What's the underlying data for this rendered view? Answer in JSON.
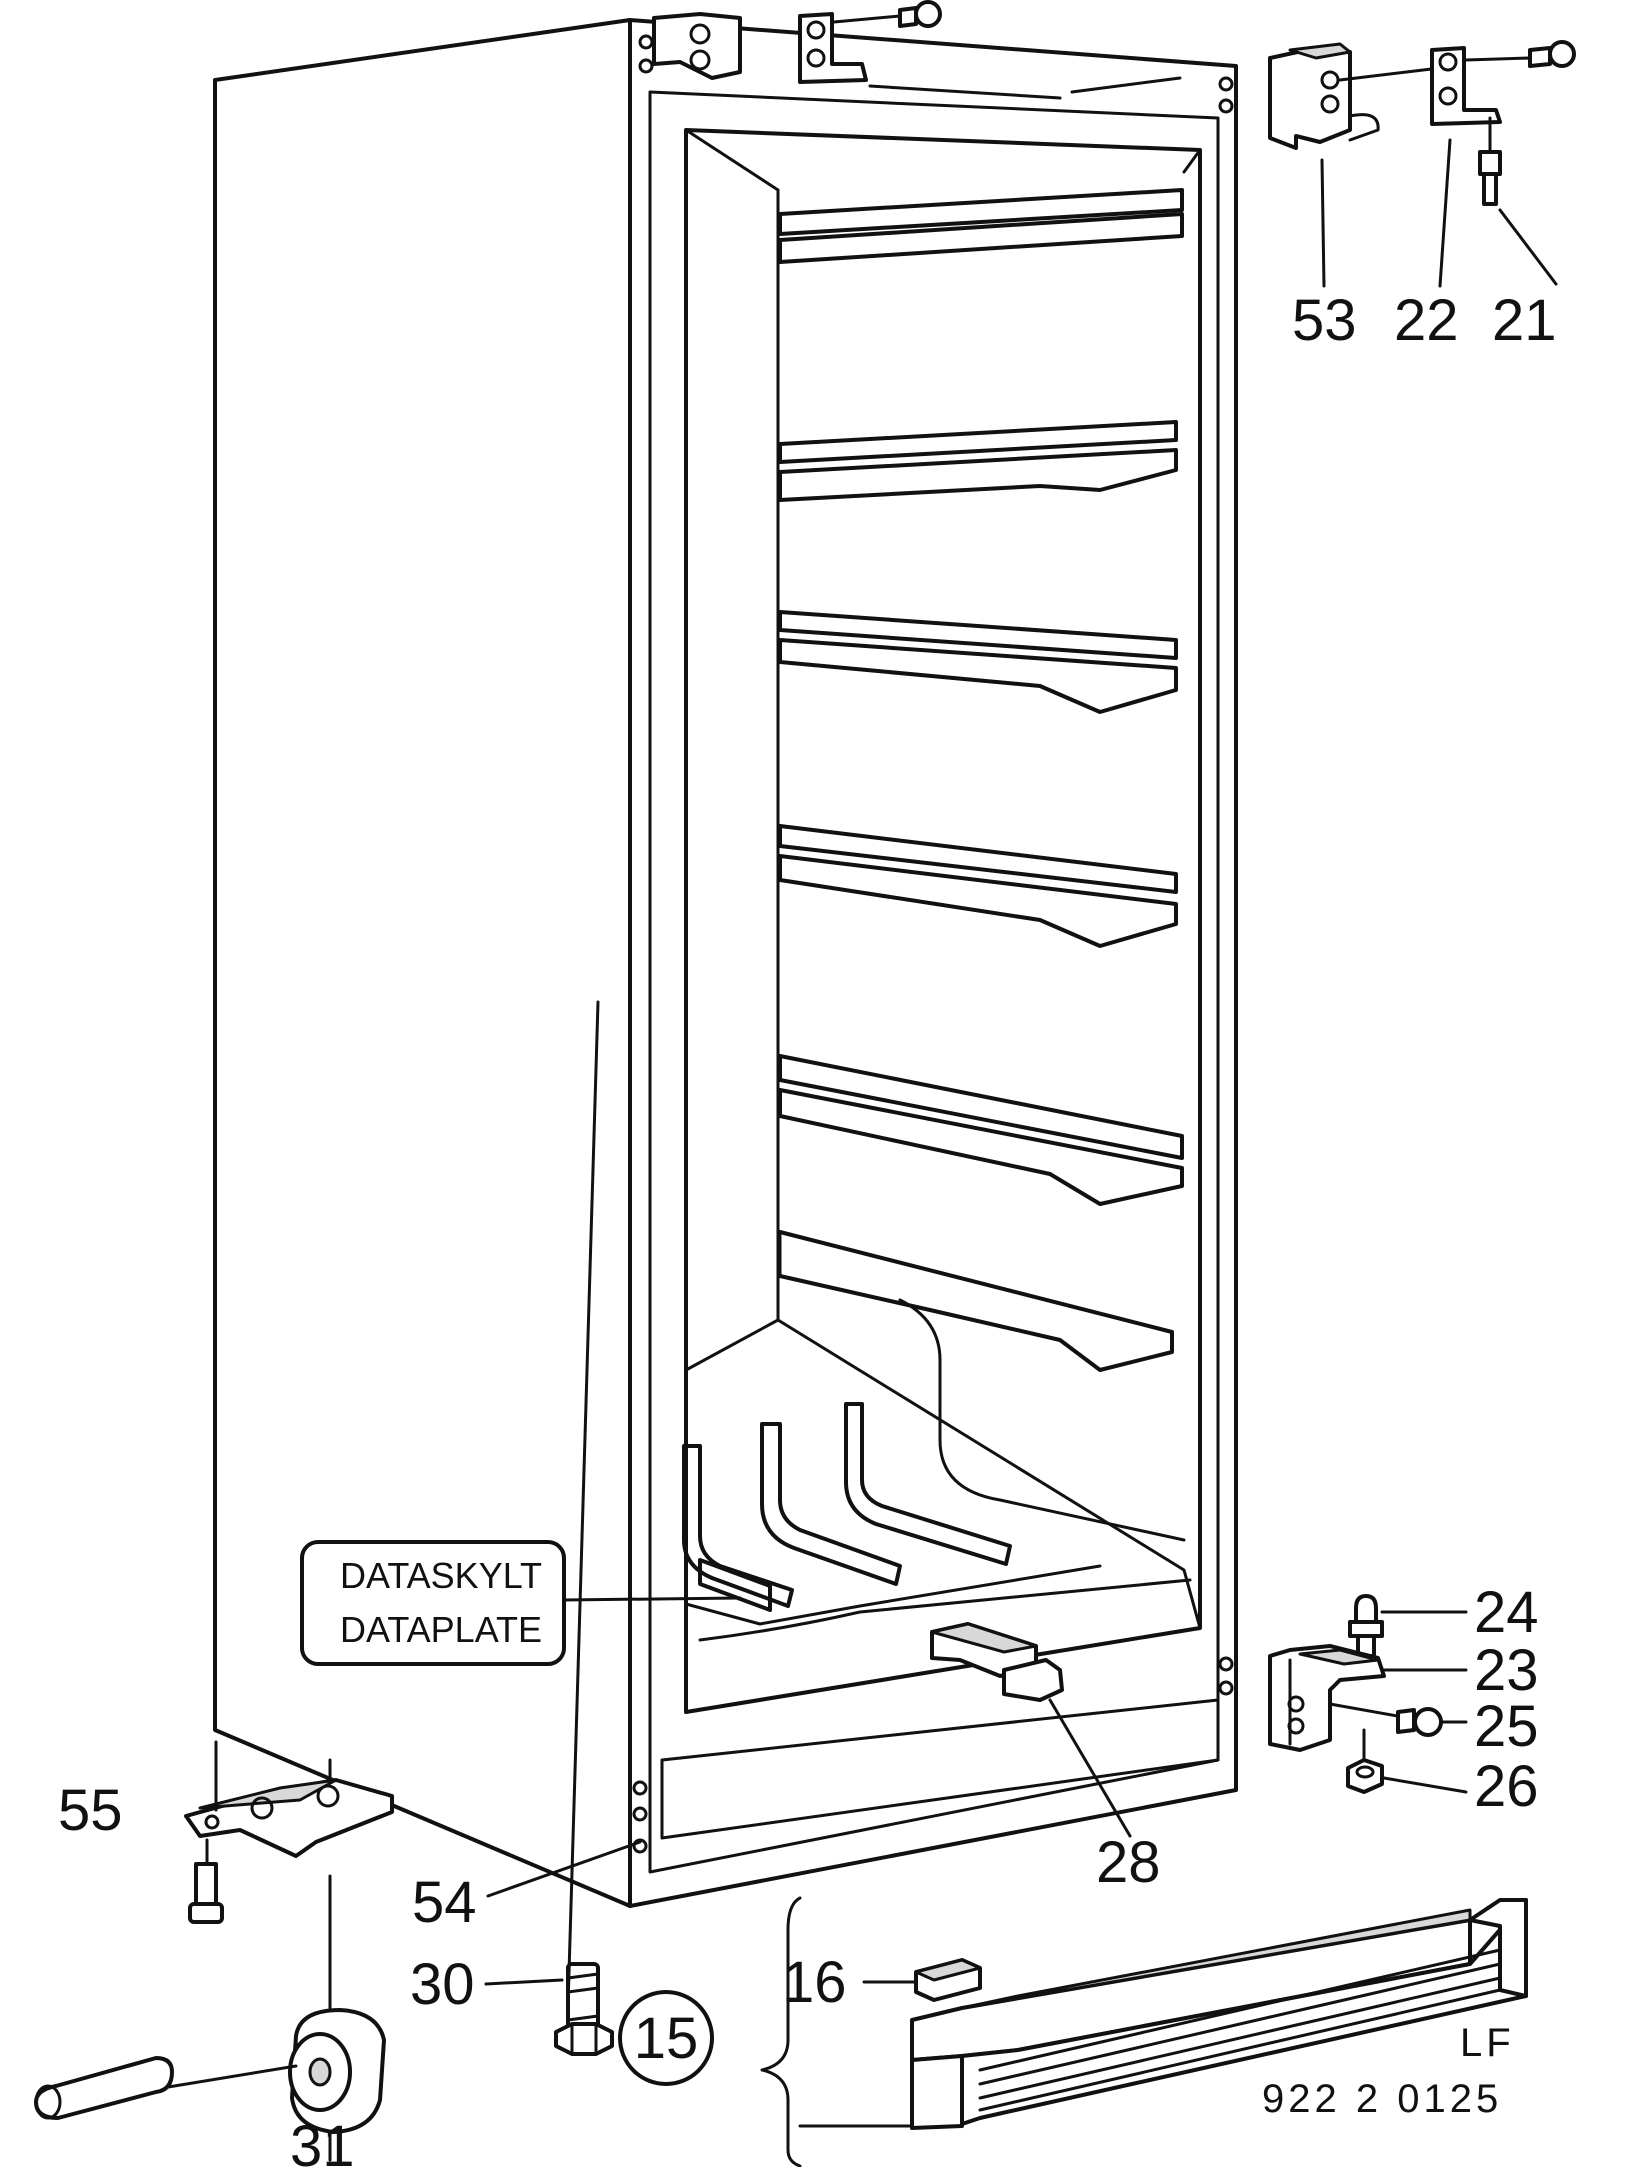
{
  "callouts": {
    "c53": "53",
    "c22": "22",
    "c21": "21",
    "c24": "24",
    "c23": "23",
    "c25": "25",
    "c26": "26",
    "c28": "28",
    "c55": "55",
    "c54": "54",
    "c30": "30",
    "c16": "16",
    "c15": "15",
    "c31": "31"
  },
  "dataplate": {
    "line1": "DATASKYLT",
    "line2": "DATAPLATE"
  },
  "footer": {
    "code_prefix": "LF",
    "code_number": "922 2 0125"
  },
  "colors": {
    "ink": "#111111",
    "paper": "#ffffff",
    "shade": "#d8d8d8"
  }
}
